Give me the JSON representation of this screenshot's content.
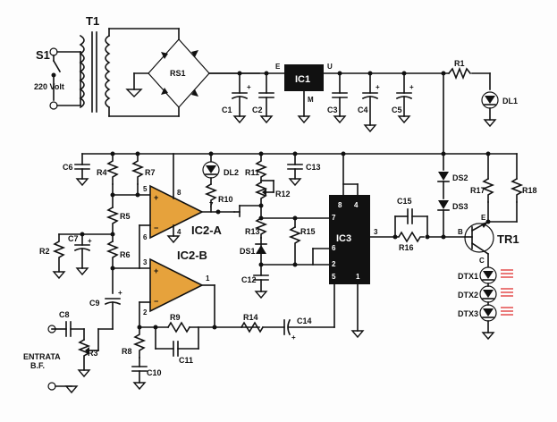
{
  "schematic": {
    "labels": {
      "s1": "S1",
      "t1": "T1",
      "volt": "220 Volt",
      "rs1": "RS1",
      "c1": "C1",
      "c2": "C2",
      "c3": "C3",
      "c4": "C4",
      "c5": "C5",
      "ic1": "IC1",
      "ic1_e": "E",
      "ic1_u": "U",
      "ic1_m": "M",
      "r1": "R1",
      "dl1": "DL1",
      "c6": "C6",
      "r4": "R4",
      "r7": "R7",
      "dl2": "DL2",
      "r10": "R10",
      "r5": "R5",
      "c7": "C7",
      "r2": "R2",
      "r6": "R6",
      "ic2a": "IC2-A",
      "ic2b": "IC2-B",
      "c9": "C9",
      "c8": "C8",
      "r3": "R3",
      "entrata1": "ENTRATA",
      "entrata2": "B.F.",
      "r8": "R8",
      "c10": "C10",
      "r9": "R9",
      "c11": "C11",
      "r14": "R14",
      "c14": "C14",
      "r11": "R11",
      "r12": "R12",
      "r13": "R13",
      "ds1": "DS1",
      "c12": "C12",
      "r15": "R15",
      "c13": "C13",
      "ic3": "IC3",
      "c15": "C15",
      "r16": "R16",
      "ds2": "DS2",
      "ds3": "DS3",
      "r17": "R17",
      "r18": "R18",
      "tr1": "TR1",
      "tr_b": "B",
      "tr_c": "C",
      "tr_e": "E",
      "dtx1": "DTX1",
      "dtx2": "DTX2",
      "dtx3": "DTX3"
    },
    "pins": {
      "p5": "5",
      "p8": "8",
      "p7": "7",
      "p6": "6",
      "p4": "4",
      "p3": "3",
      "p2": "2",
      "p1": "1",
      "ic3_8": "8",
      "ic3_4": "4",
      "ic3_7": "7",
      "ic3_3": "3",
      "ic3_6": "6",
      "ic3_2": "2",
      "ic3_5": "5",
      "ic3_1": "1"
    },
    "colors": {
      "opamp_fill": "#e6a23c",
      "led_ray": "#dd2222",
      "ink": "#111111"
    }
  }
}
